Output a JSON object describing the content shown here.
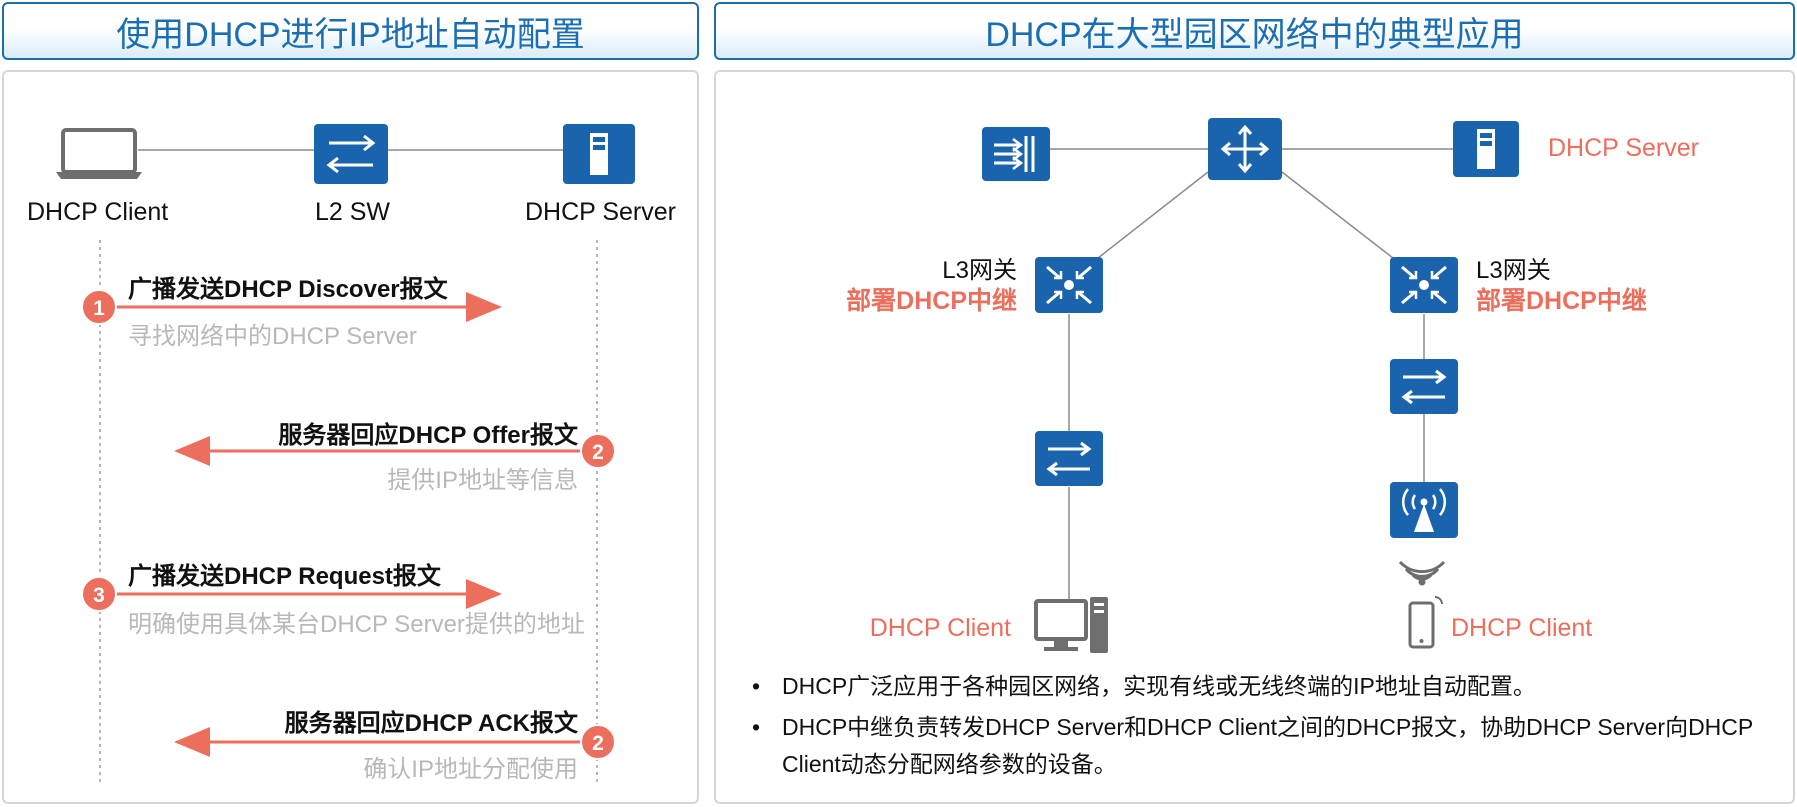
{
  "left": {
    "title": "使用DHCP进行IP地址自动配置",
    "devices": [
      "DHCP Client",
      "L2 SW",
      "DHCP Server"
    ],
    "steps": [
      {
        "num": "1",
        "title": "广播发送DHCP Discover报文",
        "sub": "寻找网络中的DHCP Server"
      },
      {
        "num": "2",
        "title": "服务器回应DHCP Offer报文",
        "sub": "提供IP地址等信息"
      },
      {
        "num": "3",
        "title": "广播发送DHCP Request报文",
        "sub": "明确使用具体某台DHCP Server提供的地址"
      },
      {
        "num": "2",
        "title": "服务器回应DHCP ACK报文",
        "sub": "确认IP地址分配使用"
      }
    ]
  },
  "right": {
    "title": "DHCP在大型园区网络中的典型应用",
    "server_label": "DHCP Server",
    "gateway_left": {
      "name": "L3网关",
      "role": "部署DHCP中继"
    },
    "gateway_right": {
      "name": "L3网关",
      "role": "部署DHCP中继"
    },
    "client_left": "DHCP Client",
    "client_right": "DHCP Client",
    "bullets": [
      "DHCP广泛应用于各种园区网络，实现有线或无线终端的IP地址自动配置。",
      "DHCP中继负责转发DHCP Server和DHCP Client之间的DHCP报文，协助DHCP Server向DHCP Client动态分配网络参数的设备。"
    ]
  },
  "colors": {
    "accent_red": "#ec6e5c",
    "device_blue": "#1a63ad",
    "header_blue": "#1a6eb3"
  }
}
